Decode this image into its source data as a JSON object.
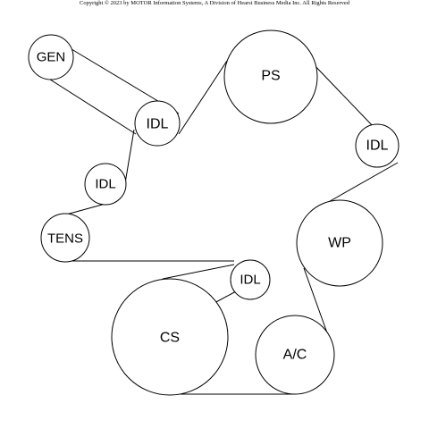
{
  "copyright": "Copyright © 2023 by MOTOR Information Systems, A Division of Hearst Business Media Inc. All Rights Reserved",
  "pulleys": {
    "gen": "GEN",
    "idl_top": "IDL",
    "ps": "PS",
    "idl_right": "IDL",
    "idl_left": "IDL",
    "tens": "TENS",
    "wp": "WP",
    "idl_lower": "IDL",
    "cs": "CS",
    "ac": "A/C"
  },
  "colors": {
    "stroke": "#000000",
    "background": "#ffffff"
  }
}
